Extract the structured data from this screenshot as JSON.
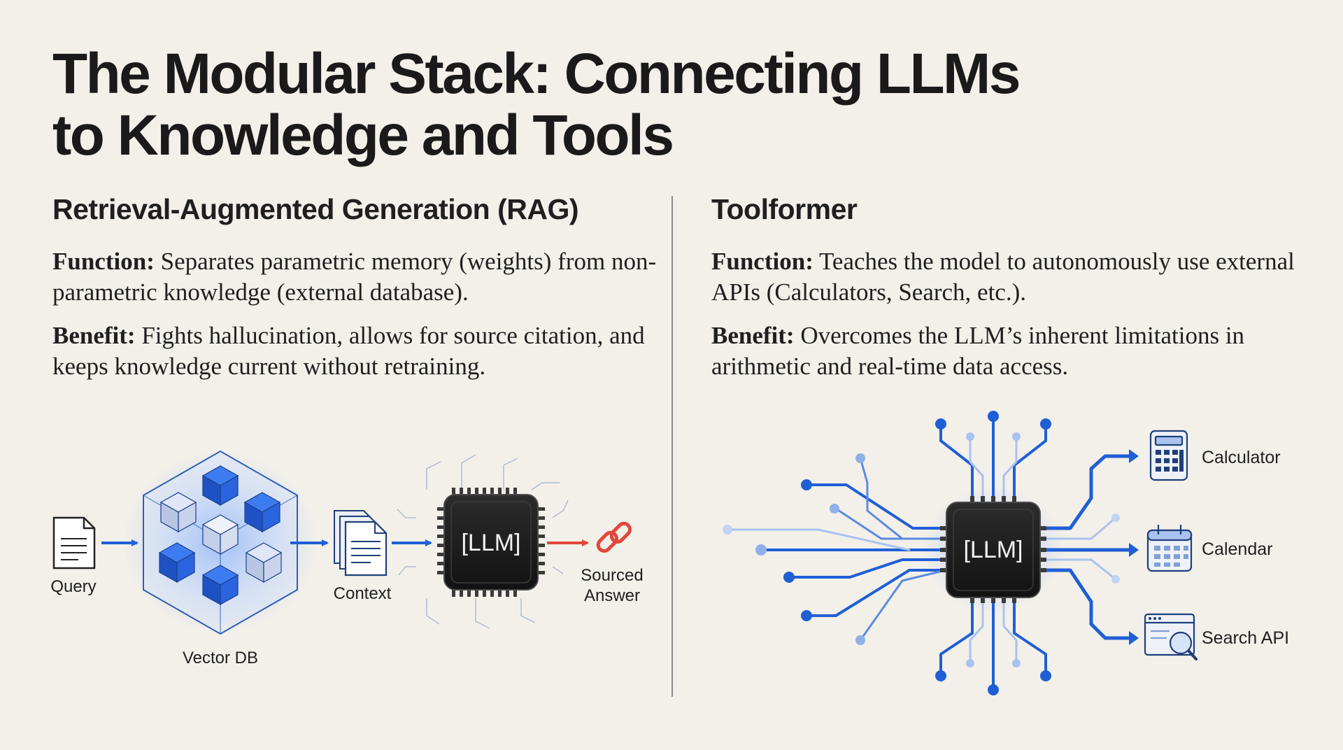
{
  "title": {
    "line1": "The Modular Stack: Connecting LLMs",
    "line2": "to Knowledge and Tools"
  },
  "rag": {
    "heading": "Retrieval-Augmented Generation (RAG)",
    "function_label": "Function:",
    "function_text": " Separates parametric memory (weights) from non-parametric knowledge (external database).",
    "benefit_label": "Benefit:",
    "benefit_text": " Fights hallucination, allows for source citation, and keeps knowledge current without retraining.",
    "diagram": {
      "query_label": "Query",
      "vectordb_label": "Vector DB",
      "context_label": "Context",
      "llm_label": "[LLM]",
      "answer_line1": "Sourced",
      "answer_line2": "Answer"
    }
  },
  "toolformer": {
    "heading": "Toolformer",
    "function_label": "Function:",
    "function_text": " Teaches the model to autonomously use external APIs (Calculators, Search, etc.).",
    "benefit_label": "Benefit:",
    "benefit_text": " Overcomes the LLM’s inherent limitations in arithmetic and real-time data access.",
    "diagram": {
      "llm_label": "[LLM]",
      "tools": [
        "Calculator",
        "Calendar",
        "Search API"
      ]
    }
  },
  "colors": {
    "background": "#f3f0ea",
    "accent_blue": "#1f5fd6",
    "light_blue": "#8fb0e8",
    "chip": "#1c1c1c",
    "answer_red": "#e2473a"
  },
  "icons": [
    "document-icon",
    "vector-db-cube-icon",
    "stacked-documents-icon",
    "llm-chip-icon",
    "link-icon",
    "calculator-icon",
    "calendar-icon",
    "search-window-icon"
  ]
}
